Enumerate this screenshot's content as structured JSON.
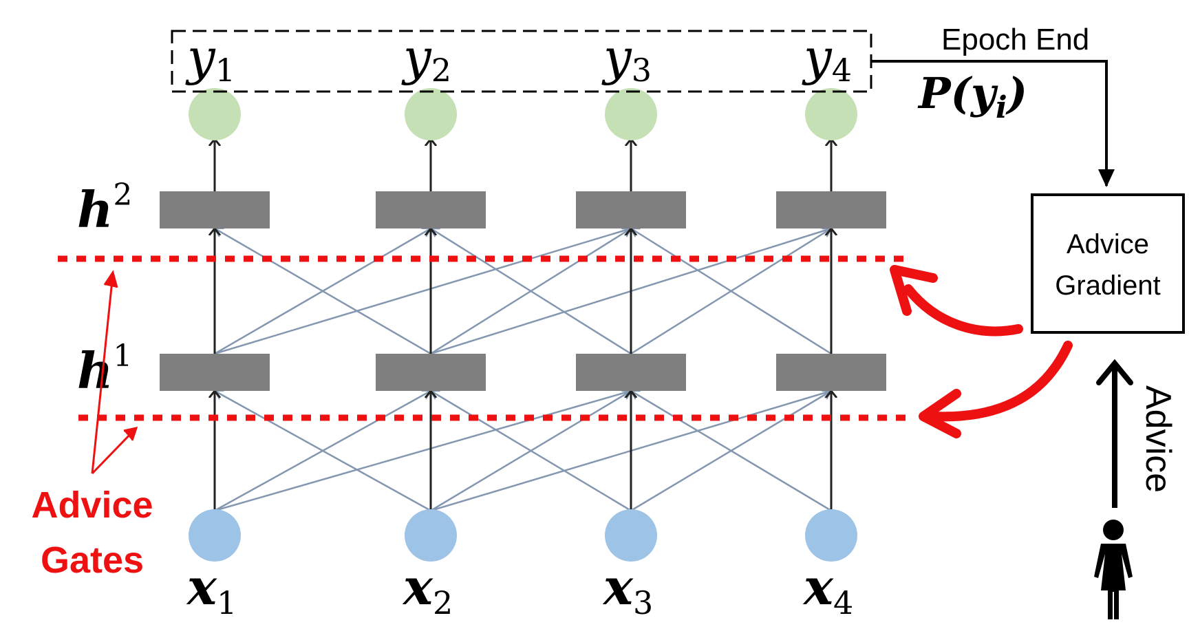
{
  "outputs": [
    {
      "base": "y",
      "sub": "1"
    },
    {
      "base": "y",
      "sub": "2"
    },
    {
      "base": "y",
      "sub": "3"
    },
    {
      "base": "y",
      "sub": "4"
    }
  ],
  "inputs": [
    {
      "base": "x",
      "sub": "1"
    },
    {
      "base": "x",
      "sub": "2"
    },
    {
      "base": "x",
      "sub": "3"
    },
    {
      "base": "x",
      "sub": "4"
    }
  ],
  "hidden_layers": [
    {
      "base": "h",
      "sup": "2"
    },
    {
      "base": "h",
      "sup": "1"
    }
  ],
  "epoch_end": "Epoch End",
  "prob": {
    "pre": "P(",
    "var": "y",
    "sub": "i",
    "post": ")"
  },
  "advice_gradient": {
    "line1": "Advice",
    "line2": "Gradient"
  },
  "advice": "Advice",
  "advice_gates": {
    "line1": "Advice",
    "line2": "Gates"
  },
  "colors": {
    "output_node": "#c5e0b4",
    "input_node": "#9dc3e6",
    "hidden_unit": "#7f7f7f",
    "skip_edge": "#8497b0",
    "gate_red": "#ee1111",
    "black": "#000000"
  },
  "icons": {
    "person": "person-icon"
  }
}
